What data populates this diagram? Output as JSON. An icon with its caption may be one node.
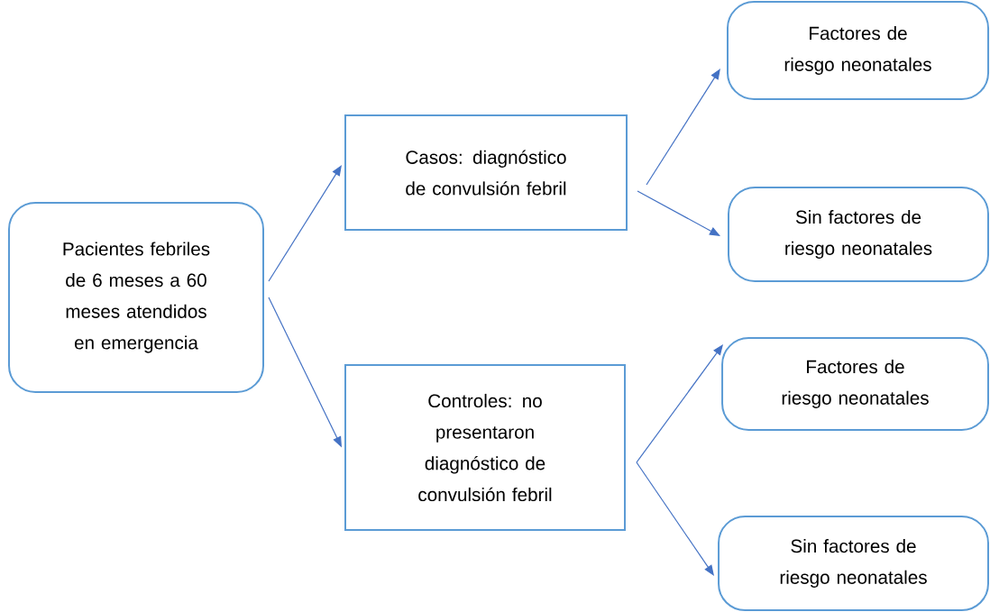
{
  "diagram": {
    "nodes": [
      {
        "text": [
          "Pacientes febriles de 6 meses a 60 meses atendidos en emergencia"
        ]
      },
      {
        "text": [
          "Casos: diagnóstico de convulsión febril"
        ]
      },
      {
        "text": [
          "Controles: no presentaron diagnóstico de convulsión febril"
        ]
      },
      {
        "text": [
          "Factores de riesgo neonatales"
        ]
      },
      {
        "text": [
          "Sin factores de riesgo neonatales"
        ]
      },
      {
        "text": [
          "Factores de riesgo neonatales"
        ]
      },
      {
        "text": [
          "Sin factores de riesgo neonatales"
        ]
      }
    ],
    "edges": [
      {
        "from": 0,
        "to": 1,
        "arrow": "to"
      },
      {
        "from": 0,
        "to": 2,
        "arrow": "to"
      },
      {
        "from": 1,
        "to": 3,
        "arrow": "to"
      },
      {
        "from": 1,
        "to": 4,
        "arrow": "to"
      },
      {
        "from": 2,
        "to": 5,
        "arrow": "to"
      },
      {
        "from": 2,
        "to": 6,
        "arrow": "to"
      }
    ]
  }
}
